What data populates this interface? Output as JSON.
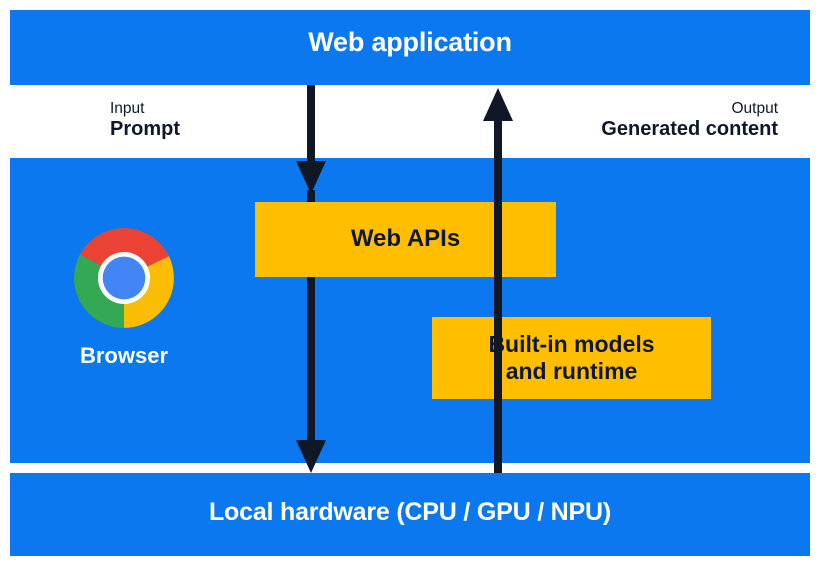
{
  "diagram": {
    "title": "Web application",
    "bands": {
      "top": {
        "label": "Web application"
      },
      "middle": {
        "browser_label": "Browser"
      },
      "bottom": {
        "label": "Local hardware (CPU / GPU / NPU)"
      }
    },
    "flows": {
      "input": {
        "kind": "Input",
        "value": "Prompt"
      },
      "output": {
        "kind": "Output",
        "value": "Generated content"
      }
    },
    "components": [
      {
        "id": "web-apis",
        "label": "Web APIs"
      },
      {
        "id": "builtin-models",
        "label_line1": "Built-in models",
        "label_line2": "and runtime"
      }
    ],
    "icons": {
      "chrome": "chrome-logo-icon",
      "arrow_down": "arrow-down-icon",
      "arrow_up": "arrow-up-icon"
    },
    "colors": {
      "band_blue": "#0b78ef",
      "box_amber": "#ffbf00",
      "arrow_navy": "#101828",
      "text_on_blue": "#ffffff",
      "chrome_red": "#ea4335",
      "chrome_green": "#34a853",
      "chrome_yellow": "#fbbc04",
      "chrome_blue": "#4285f4"
    }
  }
}
